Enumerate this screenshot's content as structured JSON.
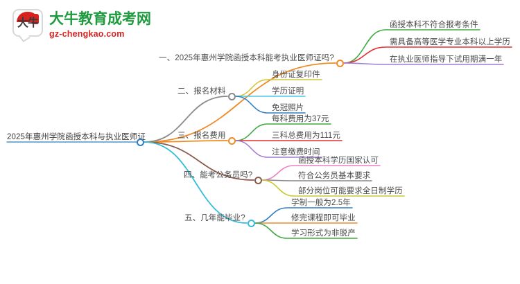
{
  "logo": {
    "mark_text": "大牛",
    "title": "大牛教育成考网",
    "subtitle": "gz-chengkao.com",
    "title_color": "#1f9b3f",
    "subtitle_color": "#d8221f",
    "accent_red": "#d8221f"
  },
  "mindmap": {
    "root": {
      "label": "2025年惠州学院函授本科与执业医师证",
      "node_color": "#2f7ec4",
      "underline_color": "#2f7ec4"
    },
    "branches": [
      {
        "label": "一、2025年惠州学院函授本科能考执业医师证吗?",
        "edge_color": "#f08a23",
        "node_color": "#f08a23",
        "children": [
          {
            "label": "函授本科不符合报考条件",
            "color": "#3fa83f"
          },
          {
            "label": "需具备高等医学专业本科以上学历",
            "color": "#e03030"
          },
          {
            "label": "在执业医师指导下试用期满一年",
            "color": "#a07bd0"
          }
        ]
      },
      {
        "label": "二、报名材料",
        "edge_color": "#8a8a8a",
        "node_color": "#8a8a8a",
        "children": [
          {
            "label": "身份证复印件",
            "color": "#d4c43a"
          },
          {
            "label": "学历证明",
            "color": "#49c8e8"
          },
          {
            "label": "免冠照片",
            "color": "#2f7ec4"
          }
        ]
      },
      {
        "label": "三、报名费用",
        "edge_color": "#f08a23",
        "node_color": "#f08a23",
        "children": [
          {
            "label": "每科费用为37元",
            "color": "#3fa83f"
          },
          {
            "label": "三科总费用为111元",
            "color": "#e03030"
          },
          {
            "label": "注意缴费时间",
            "color": "#a07bd0"
          }
        ]
      },
      {
        "label": "四、能考公务员吗?",
        "edge_color": "#8a5a4a",
        "node_color": "#8a5a4a",
        "children": [
          {
            "label": "函授本科学历国家认可",
            "color": "#ef7ec0"
          },
          {
            "label": "符合公务员基本要求",
            "color": "#8a8a8a"
          },
          {
            "label": "部分岗位可能要求全日制学历",
            "color": "#c8c830"
          }
        ]
      },
      {
        "label": "五、几年能毕业?",
        "edge_color": "#36bcd8",
        "node_color": "#36bcd8",
        "children": [
          {
            "label": "学制一般为2.5年",
            "color": "#2f7ec4"
          },
          {
            "label": "修完课程即可毕业",
            "color": "#f08a23"
          },
          {
            "label": "学习形式为非脱产",
            "color": "#3fa83f"
          }
        ]
      }
    ]
  }
}
